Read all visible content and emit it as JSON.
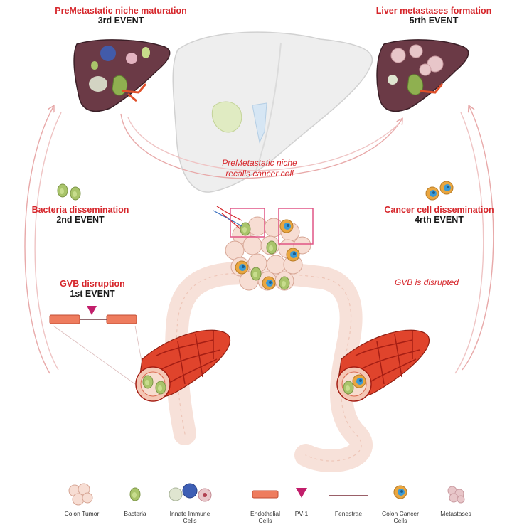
{
  "events": {
    "e3": {
      "title": "PreMetastatic niche maturation",
      "sub": "3rd EVENT"
    },
    "e5": {
      "title": "Liver metastases formation",
      "sub": "5rth EVENT"
    },
    "e2": {
      "title": "Bacteria dissemination",
      "sub": "2nd EVENT"
    },
    "e4": {
      "title": "Cancer cell dissemination",
      "sub": "4rth EVENT"
    },
    "e1": {
      "title": "GVB disruption",
      "sub": "1st EVENT"
    }
  },
  "notes": {
    "recall_line1": "PreMetastatic niche",
    "recall_line2": "recalls cancer cell",
    "gvb_disrupted": "GVB is disrupted"
  },
  "legend": {
    "colon_tumor": "Colon Tumor",
    "bacteria": "Bacteria",
    "immune_line1": "Innate Immune",
    "immune_line2": "Cells",
    "endo_line1": "Endothelial",
    "endo_line2": "Cells",
    "pv1": "PV-1",
    "fenestrae": "Fenestrae",
    "ccc_line1": "Colon Cancer",
    "ccc_line2": "Cells",
    "metastases": "Metastases"
  },
  "colors": {
    "accent_red": "#d6262b",
    "liver": "#6b3a46",
    "tissue": "#f2cbb9",
    "bacteria": "#a9c46a",
    "cancer_cell": "#e9a640",
    "cancer_nucleus": "#3a9ad6"
  }
}
